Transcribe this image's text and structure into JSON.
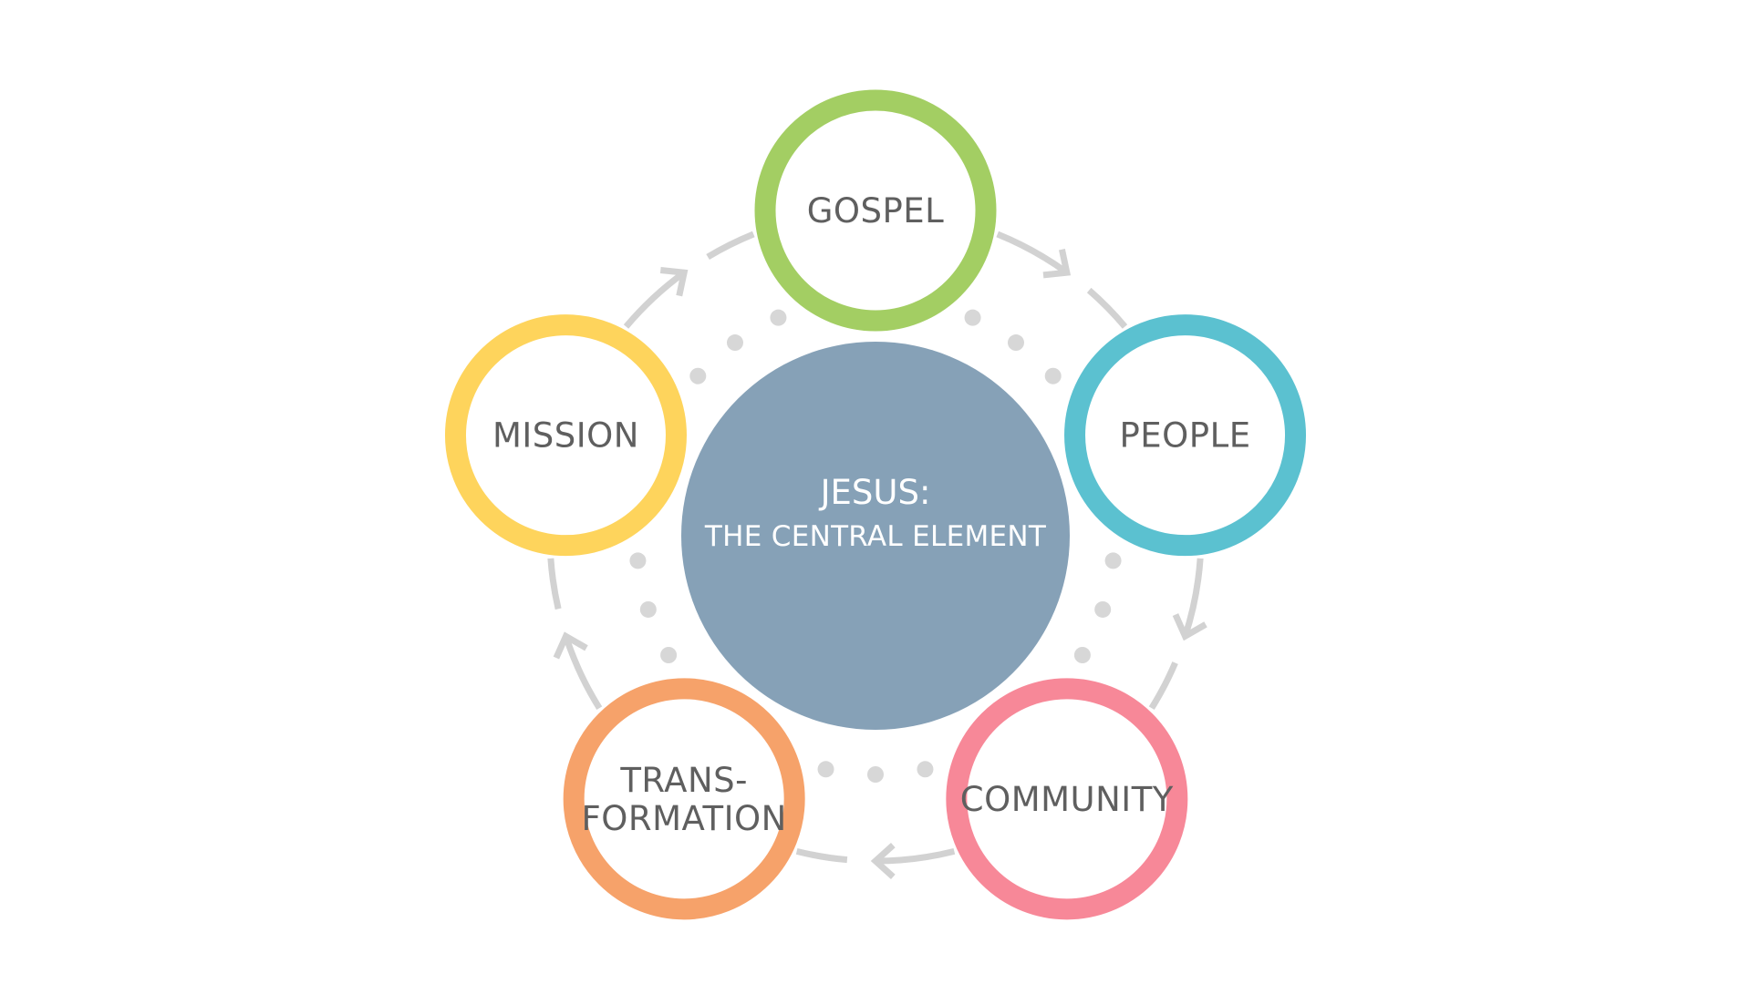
{
  "center": {
    "title": "JESUS:",
    "subtitle": "THE CENTRAL ELEMENT",
    "color": "#86A1B7"
  },
  "nodes": [
    {
      "id": "gospel",
      "label_lines": [
        "GOSPEL"
      ],
      "color": "#A3CE63"
    },
    {
      "id": "people",
      "label_lines": [
        "PEOPLE"
      ],
      "color": "#5BC1D0"
    },
    {
      "id": "community",
      "label_lines": [
        "COMMUNITY"
      ],
      "color": "#F78898"
    },
    {
      "id": "transformation",
      "label_lines": [
        "TRANS-",
        "FORMATION"
      ],
      "color": "#F6A26A"
    },
    {
      "id": "mission",
      "label_lines": [
        "MISSION"
      ],
      "color": "#FED45C"
    }
  ],
  "colors": {
    "arrow": "#D2D2D2",
    "dots": "#D7D7D7",
    "label_text": "#5F5F5F"
  }
}
